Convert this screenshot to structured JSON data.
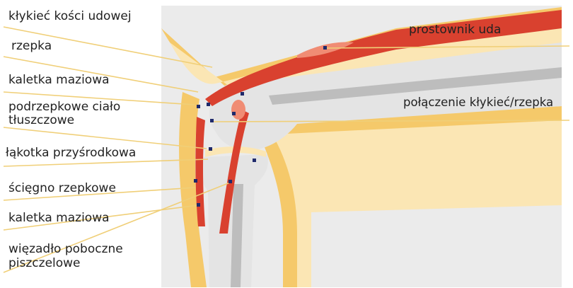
{
  "colors": {
    "background": "#ffffff",
    "panel": "#ebebeb",
    "skin_outer": "#f5c96a",
    "skin_inner": "#fbe6b4",
    "bone": "#e4e4e4",
    "bone_shade": "#bdbdbd",
    "muscle": "#d9412f",
    "muscle_light": "#f08c74",
    "leader_line": "#f0cf78",
    "marker": "#1f2a6b"
  },
  "labels": {
    "condyle": "kłykieć kości udowej",
    "patella": "rzepka",
    "bursa_upper": "kaletka maziowa",
    "fat_pad_line1": "podrzepkowe ciało",
    "fat_pad_line2": "tłuszczowe",
    "meniscus": "łąkotka przyśrodkowa",
    "tendon": "ścięgno rzepkowe",
    "bursa_lower": "kaletka maziowa",
    "ligament_line1": "więzadło poboczne",
    "ligament_line2": "piszczelowe",
    "quadriceps": "prostownik uda",
    "joint": "połączenie kłykieć/rzepka"
  }
}
